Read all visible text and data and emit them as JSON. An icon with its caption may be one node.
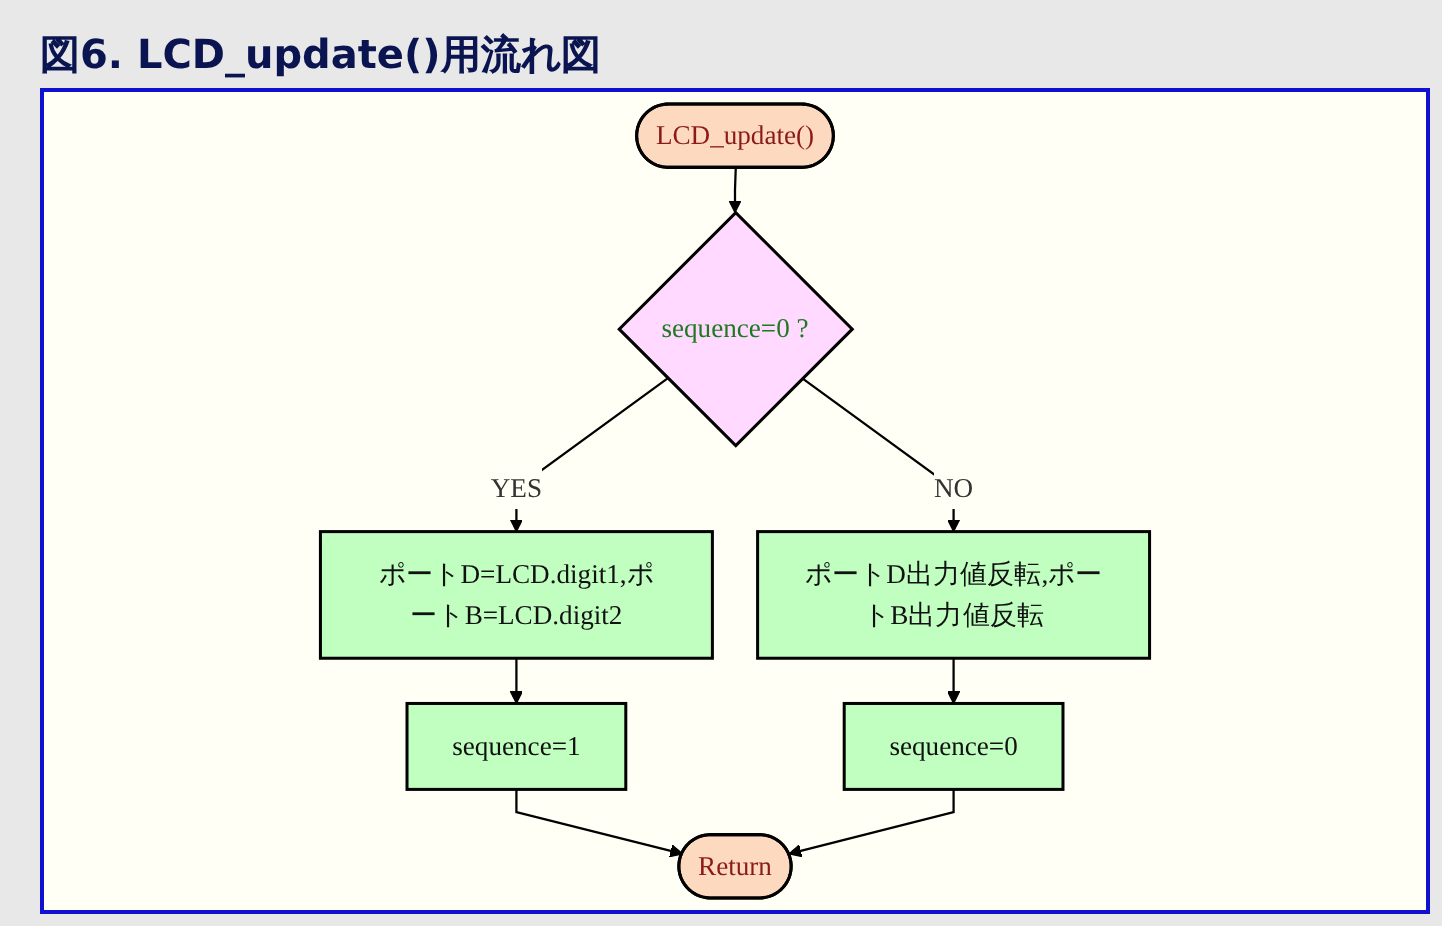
{
  "diagram": {
    "title": "図6. LCD_update()用流れ図",
    "nodes": [
      {
        "text": [
          "LCD_update()"
        ]
      },
      {
        "text": [
          "sequence=0 ?"
        ]
      },
      {
        "text": [
          "ポートD=LCD.digit1,ポートB=LCD.digit2"
        ]
      },
      {
        "text": [
          "ポートD出力値反転,ポートB出力値反転"
        ]
      },
      {
        "text": [
          "sequence=1"
        ]
      },
      {
        "text": [
          "sequence=0"
        ]
      },
      {
        "text": [
          "Return"
        ]
      }
    ],
    "edges": [
      {
        "from": 0,
        "to": 1,
        "arrow": "to"
      },
      {
        "from": 1,
        "to": 2,
        "arrow": "to",
        "label": "YES"
      },
      {
        "from": 1,
        "to": 3,
        "arrow": "to",
        "label": "NO"
      },
      {
        "from": 2,
        "to": 4,
        "arrow": "to"
      },
      {
        "from": 3,
        "to": 5,
        "arrow": "to"
      },
      {
        "from": 4,
        "to": 6,
        "arrow": "to"
      },
      {
        "from": 5,
        "to": 6,
        "arrow": "to"
      }
    ]
  }
}
